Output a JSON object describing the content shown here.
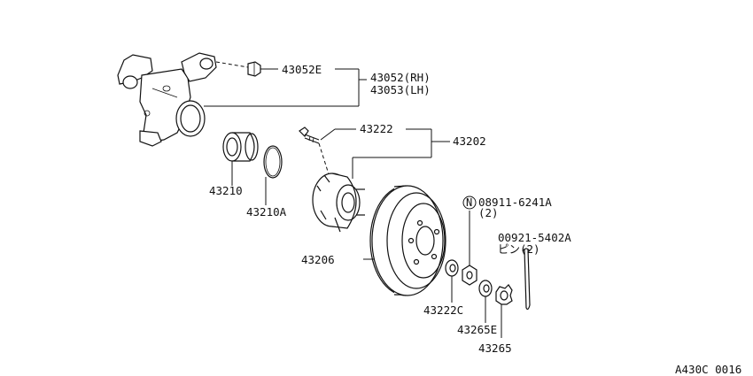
{
  "parts": {
    "nut_43052e": "43052E",
    "knuckle_rh": "43052(RH)",
    "knuckle_lh": "43053(LH)",
    "bolt_43222": "43222",
    "hub_assy_43202": "43202",
    "bearing_43210": "43210",
    "snap_ring_43210a": "43210A",
    "nut_std_mark": "N",
    "nut_08911": "08911-6241A",
    "nut_08911_qty": "(2)",
    "pin_00921": "00921-5402A",
    "pin_00921_desc": "ピン(2)",
    "drum_43206": "43206",
    "seal_43222c": "43222C",
    "washer_43265e": "43265E",
    "cap_43265": "43265"
  },
  "figure_code": "A430C 0016"
}
